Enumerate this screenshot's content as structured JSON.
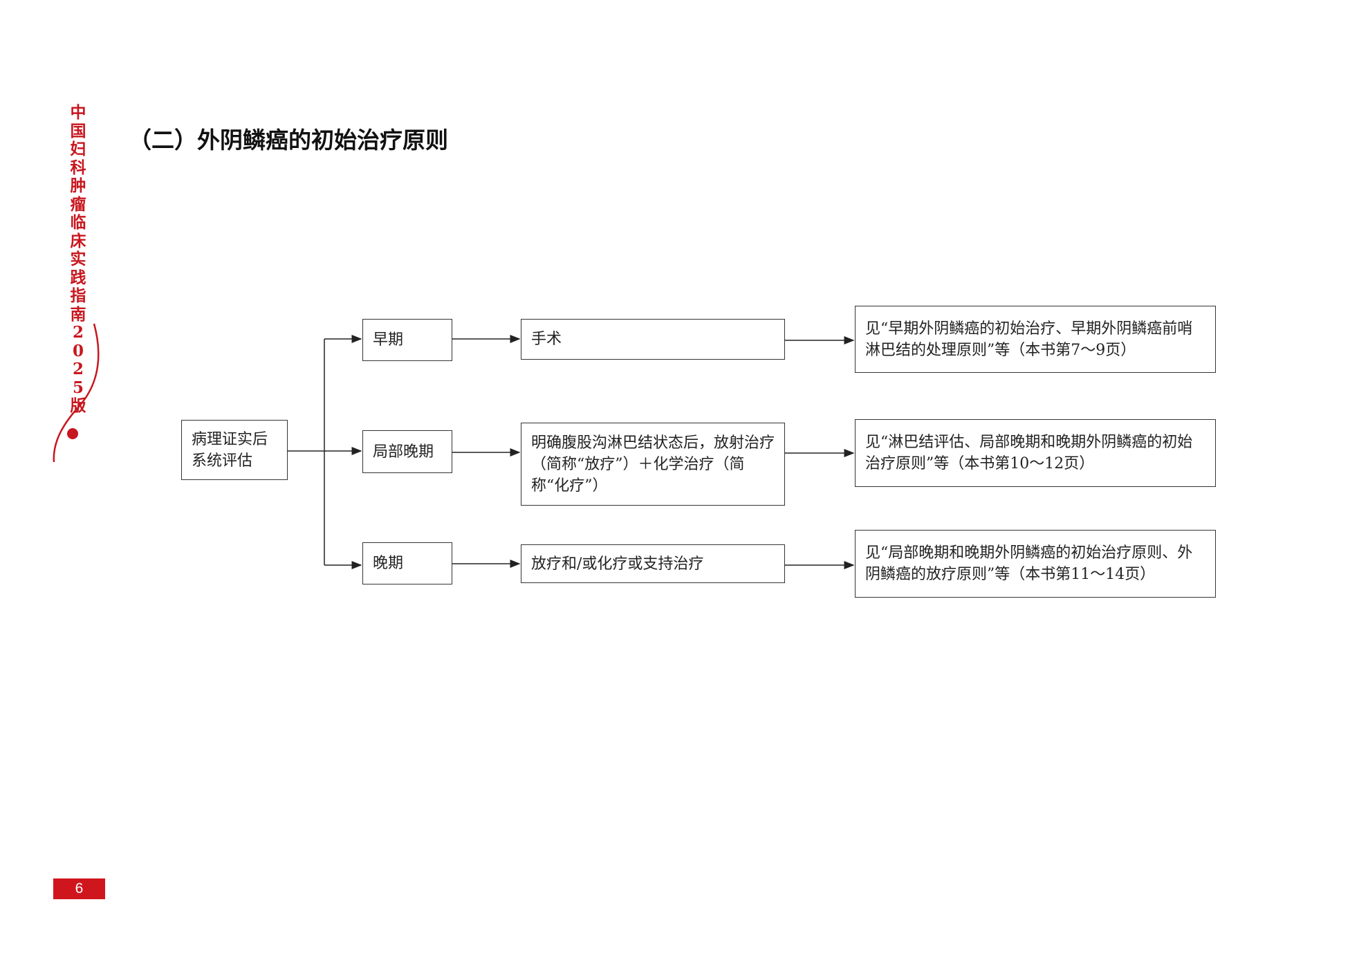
{
  "sidebar": {
    "book_title": "中国妇科肿瘤临床实践指南2025版"
  },
  "page": {
    "title": "（二）外阴鳞癌的初始治疗原则",
    "page_number": "6",
    "accent_color": "#c8161e"
  },
  "flowchart": {
    "root": "病理证实后系统评估",
    "stages": [
      {
        "label": "早期",
        "treatment": "手术",
        "reference": "见“早期外阴鳞癌的初始治疗、早期外阴鳞癌前哨淋巴结的处理原则”等（本书第7～9页）"
      },
      {
        "label": "局部晚期",
        "treatment": "明确腹股沟淋巴结状态后，放射治疗（简称“放疗”）＋化学治疗（简称“化疗”）",
        "reference": "见“淋巴结评估、局部晚期和晚期外阴鳞癌的初始治疗原则”等（本书第10～12页）"
      },
      {
        "label": "晚期",
        "treatment": "放疗和/或化疗或支持治疗",
        "reference": "见“局部晚期和晚期外阴鳞癌的初始治疗原则、外阴鳞癌的放疗原则”等（本书第11～14页）"
      }
    ]
  }
}
